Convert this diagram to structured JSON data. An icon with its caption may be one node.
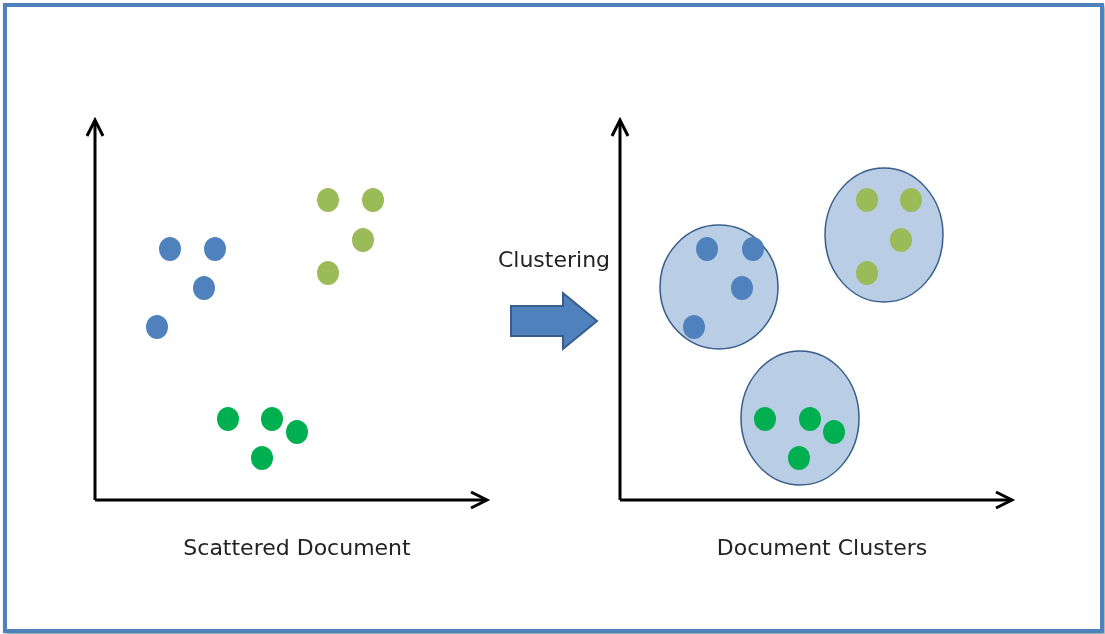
{
  "diagram": {
    "nodes": [
      {
        "text": [
          "Scattered Document"
        ]
      },
      {
        "text": [
          "Document Clusters"
        ]
      },
      {
        "text": [],
        "shape": "circle",
        "in": 1
      },
      {
        "text": [],
        "shape": "circle",
        "in": 1
      },
      {
        "text": [],
        "shape": "circle",
        "in": 1
      }
    ],
    "edges": [
      {
        "from": 0,
        "to": 1,
        "arrow": "to",
        "label": "Clustering",
        "style": "thick"
      }
    ]
  }
}
